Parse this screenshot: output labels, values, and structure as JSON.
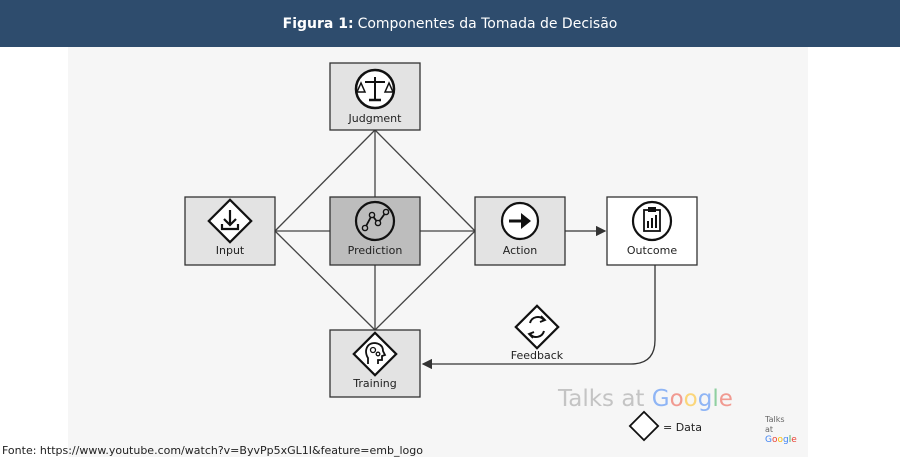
{
  "figure": {
    "prefix": "Figura 1:",
    "title": "Componentes da Tomada de Decisão"
  },
  "nodes": {
    "judgment": "Judgment",
    "input": "Input",
    "prediction": "Prediction",
    "action": "Action",
    "outcome": "Outcome",
    "training": "Training",
    "feedback": "Feedback"
  },
  "legend": {
    "data_label": "= Data"
  },
  "watermark": {
    "main": "Talks at Google",
    "small_line1": "Talks",
    "small_line2": "at",
    "small_line3": "Google"
  },
  "source": {
    "text": "Fonte: https://www.youtube.com/watch?v=ByvPp5xGL1I&feature=emb_logo"
  },
  "colors": {
    "header_bg": "#2e4c6d",
    "box_fill": "#e3e3e3",
    "box_fill_dark": "#bdbdbd",
    "box_border": "#333333",
    "google_blue": "#4285f4",
    "google_red": "#ea4335",
    "google_yellow": "#fbbc05",
    "google_green": "#34a853"
  },
  "icons": {
    "judgment": "scales-icon",
    "input": "download-arrow-icon",
    "prediction": "line-graph-icon",
    "action": "right-arrow-icon",
    "outcome": "clipboard-icon",
    "training": "head-gears-icon",
    "feedback": "cycle-icon"
  }
}
